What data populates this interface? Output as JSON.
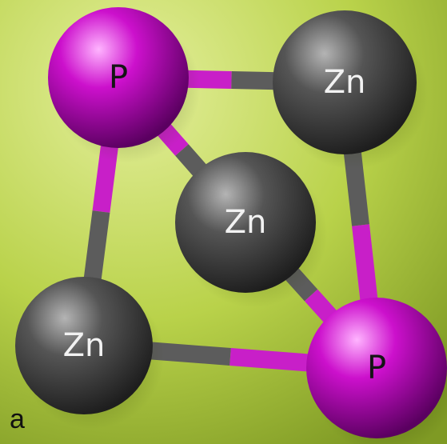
{
  "colors": {
    "background_light": "#e4ef9c",
    "background_mid": "#b9d24a",
    "background_dark": "#7f9a24",
    "phosphorus": "#cc10cc",
    "zinc": "#555555",
    "bond_zinc": "#5c5c5c",
    "bond_phosphorus": "#c81fc8",
    "label_on_phosphorus": "#141414",
    "label_on_zinc": "#f2f2f2"
  },
  "panel_label": "a",
  "atoms": [
    {
      "id": "p-top-left",
      "element": "P",
      "label": "P"
    },
    {
      "id": "zn-top-right",
      "element": "Zn",
      "label": "Zn"
    },
    {
      "id": "zn-center",
      "element": "Zn",
      "label": "Zn"
    },
    {
      "id": "zn-bottom-left",
      "element": "Zn",
      "label": "Zn"
    },
    {
      "id": "p-bottom-right",
      "element": "P",
      "label": "P"
    }
  ],
  "bonds": [
    {
      "from": "p-top-left",
      "to": "zn-top-right"
    },
    {
      "from": "p-top-left",
      "to": "zn-center"
    },
    {
      "from": "p-top-left",
      "to": "zn-bottom-left"
    },
    {
      "from": "zn-top-right",
      "to": "p-bottom-right"
    },
    {
      "from": "zn-center",
      "to": "p-bottom-right"
    },
    {
      "from": "zn-bottom-left",
      "to": "p-bottom-right"
    }
  ]
}
